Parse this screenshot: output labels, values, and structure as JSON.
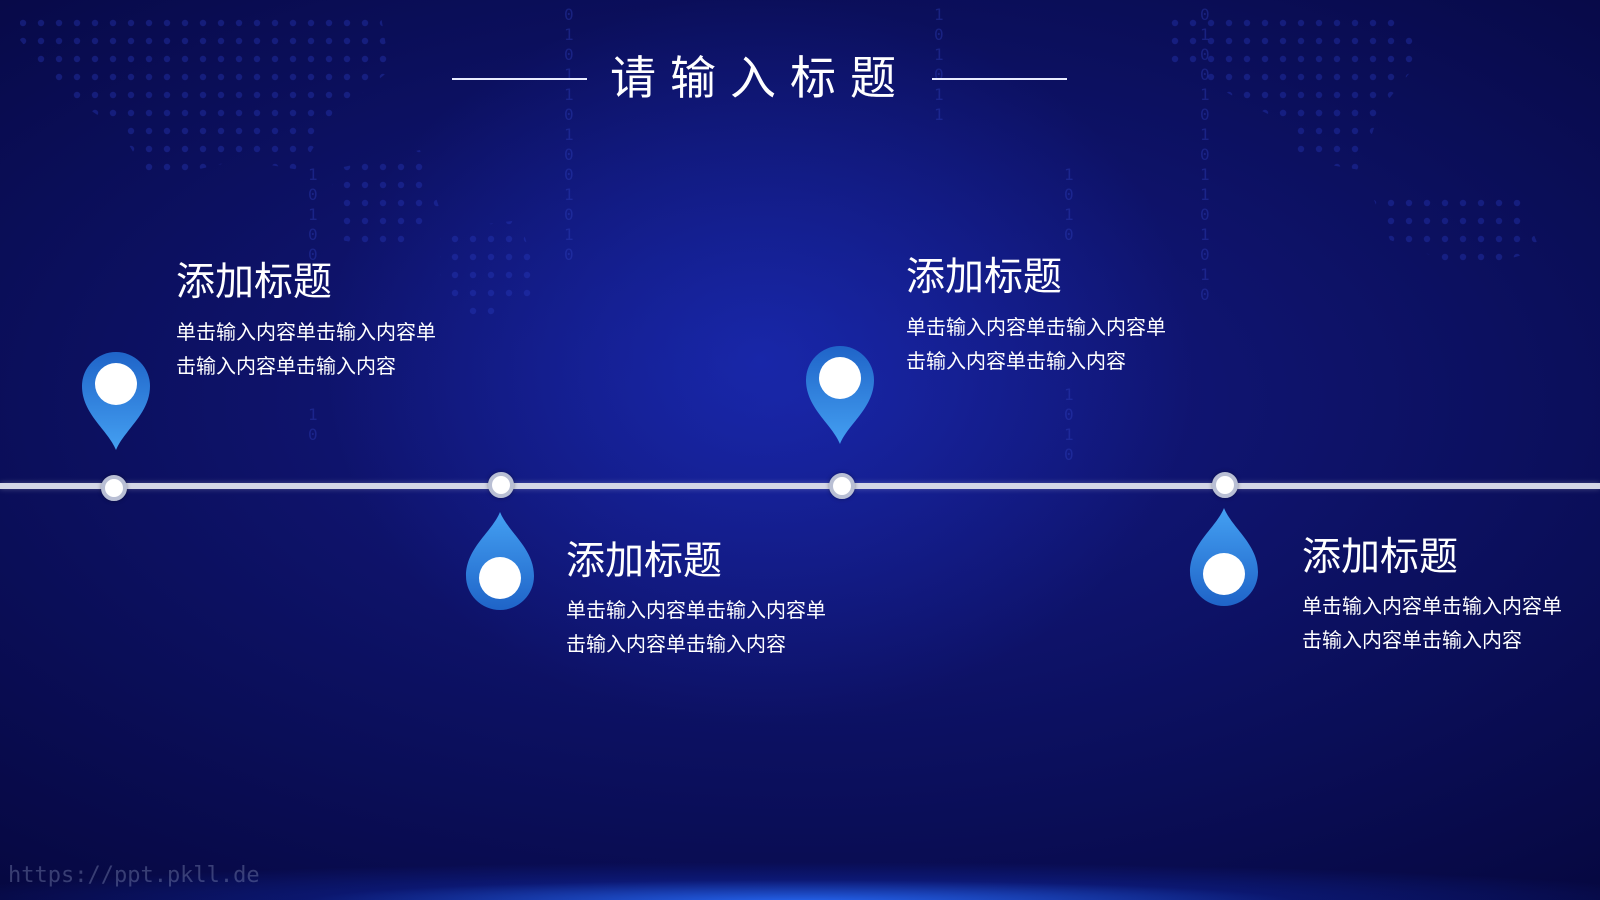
{
  "slide": {
    "title": "请输入标题"
  },
  "timeline": {
    "items": [
      {
        "title": "添加标题",
        "text": "单击输入内容单击输入内容单击输入内容单击输入内容",
        "pin_direction": "down"
      },
      {
        "title": "添加标题",
        "text": "单击输入内容单击输入内容单击输入内容单击输入内容",
        "pin_direction": "up"
      },
      {
        "title": "添加标题",
        "text": "单击输入内容单击输入内容单击输入内容单击输入内容",
        "pin_direction": "down"
      },
      {
        "title": "添加标题",
        "text": "单击输入内容单击输入内容单击输入内容单击输入内容",
        "pin_direction": "up"
      }
    ]
  },
  "watermark": "https://ppt.pkll.de",
  "colors": {
    "background": "#0b0f5c",
    "pin_top": "#3a8ee6",
    "pin_bottom": "#1a5fc4",
    "text": "#ffffff",
    "line": "#d4d7e6"
  },
  "icons": {
    "pin_down": "map-pin-icon",
    "pin_up": "droplet-icon"
  }
}
